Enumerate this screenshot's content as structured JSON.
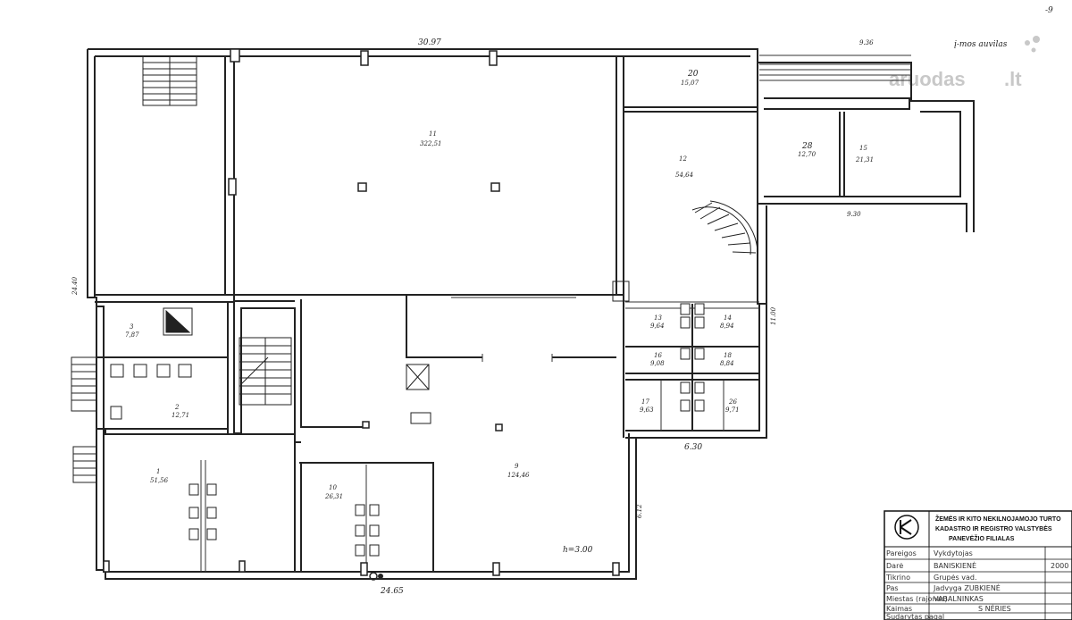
{
  "corner_mark": "-9",
  "annotation_top_right": "į-mos auvilas",
  "watermark": {
    "text": "aruodas",
    "suffix": ".lt"
  },
  "dimensions": {
    "top_width": "30.97",
    "top_right": "9.36",
    "left_height": "24.40",
    "bottom_width": "24.65",
    "right_bays": "6.30",
    "right_mid": "11.00",
    "bottom_right": "6.12",
    "east_wing": "9.30",
    "ceiling_height": "h=3.00"
  },
  "rooms": [
    {
      "id": "11",
      "area": "322,51"
    },
    {
      "id": "12",
      "area": "54,64"
    },
    {
      "id": "20",
      "area": "15,07"
    },
    {
      "id": "28",
      "area": "12,70"
    },
    {
      "id": "15",
      "area": "21,31"
    },
    {
      "id": "3",
      "area": "7,87"
    },
    {
      "id": "2",
      "area": "12,71"
    },
    {
      "id": "1",
      "area": "51,56"
    },
    {
      "id": "10",
      "area": "26,31"
    },
    {
      "id": "9",
      "area": "124,46"
    },
    {
      "id": "13",
      "area": "9,64"
    },
    {
      "id": "14",
      "area": "8,94"
    },
    {
      "id": "16",
      "area": "9,08"
    },
    {
      "id": "18",
      "area": "8,84"
    },
    {
      "id": "17",
      "area": "9,63"
    },
    {
      "id": "26",
      "area": "9,71"
    }
  ],
  "stamp": {
    "header_lines": [
      "ŽEMĖS IR KITO NEKILNOJAMOJO TURTO",
      "KADASTRO IR REGISTRO VALSTYBĖS",
      "PANEVĖŽIO FILIALAS"
    ],
    "rows": [
      {
        "label": "Pareigos",
        "value": "Vykdytojas"
      },
      {
        "label": "Darė",
        "value": "BANISKIENĖ"
      },
      {
        "label": "Tikrino",
        "value": "Grupės vad."
      },
      {
        "label": "Pas",
        "value": "Jadvyga ZUBKIENĖ"
      },
      {
        "label": "Miestas (rajonas)",
        "value": "VABALNINKAS"
      },
      {
        "label": "Kaimas",
        "value": "S NĖRIES"
      },
      {
        "label": "Sudarytas pagal",
        "value": ""
      }
    ],
    "right_notes": [
      "2000"
    ]
  }
}
